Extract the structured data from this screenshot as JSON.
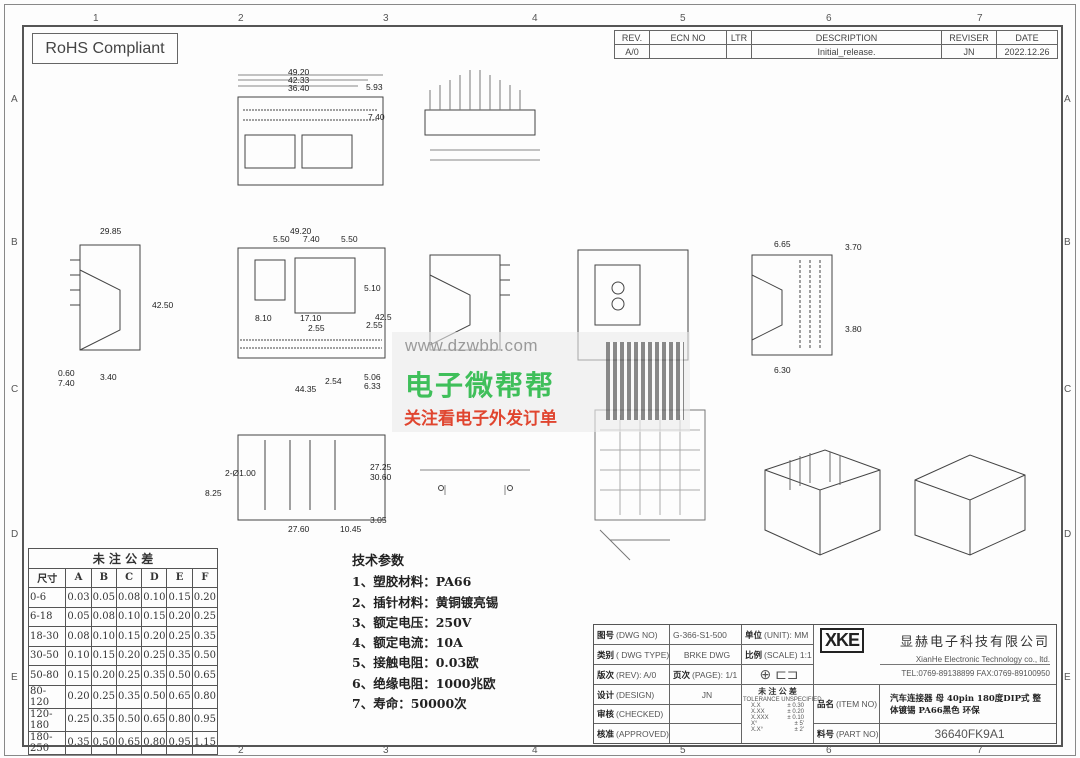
{
  "zones": {
    "columns": [
      "1",
      "2",
      "3",
      "4",
      "5",
      "6",
      "7"
    ],
    "rows": [
      "A",
      "B",
      "C",
      "D",
      "E"
    ]
  },
  "rohs": "RoHS Compliant",
  "revision_table": {
    "headers": [
      "REV.",
      "ECN NO",
      "LTR",
      "DESCRIPTION",
      "REVISER",
      "DATE"
    ],
    "rows": [
      [
        "A/0",
        "",
        "",
        "Initial_release.",
        "JN",
        "2022.12.26"
      ]
    ]
  },
  "tolerance_table": {
    "title": "未 注 公 差",
    "headers": [
      "尺寸",
      "A",
      "B",
      "C",
      "D",
      "E",
      "F"
    ],
    "rows": [
      [
        "0-6",
        "0.03",
        "0.05",
        "0.08",
        "0.10",
        "0.15",
        "0.20"
      ],
      [
        "6-18",
        "0.05",
        "0.08",
        "0.10",
        "0.15",
        "0.20",
        "0.25"
      ],
      [
        "18-30",
        "0.08",
        "0.10",
        "0.15",
        "0.20",
        "0.25",
        "0.35"
      ],
      [
        "30-50",
        "0.10",
        "0.15",
        "0.20",
        "0.25",
        "0.35",
        "0.50"
      ],
      [
        "50-80",
        "0.15",
        "0.20",
        "0.25",
        "0.35",
        "0.50",
        "0.65"
      ],
      [
        "80-120",
        "0.20",
        "0.25",
        "0.35",
        "0.50",
        "0.65",
        "0.80"
      ],
      [
        "120-180",
        "0.25",
        "0.35",
        "0.50",
        "0.65",
        "0.80",
        "0.95"
      ],
      [
        "180-250",
        "0.35",
        "0.50",
        "0.65",
        "0.80",
        "0.95",
        "1.15"
      ]
    ]
  },
  "tech": {
    "title": "技术参数",
    "items": [
      "1、塑胶材料：PA66",
      "2、插针材料：黄铜镀亮锡",
      "3、额定电压：250V",
      "4、额定电流：10A",
      "5、接触电阻：0.03欧",
      "6、绝缘电阻：1000兆欧",
      "7、寿命：50000次"
    ]
  },
  "title_block": {
    "dwg_no_label": "图号",
    "dwg_no_label_en": "(DWG NO)",
    "dwg_no": "G-366-S1-500",
    "unit_label": "单位",
    "unit": "(UNIT): MM",
    "type_label": "类别",
    "type_label_en": "( DWG TYPE)",
    "type": "BRKE DWG",
    "scale_label": "比例",
    "scale": "(SCALE) 1:1",
    "rev_label": "版次",
    "rev": "(REV): A/0",
    "page_label": "页次",
    "page": "(PAGE): 1/1",
    "design_label": "设计",
    "design_label_en": "(DESIGN)",
    "design": "JN",
    "checked_label": "审核",
    "checked_label_en": "(CHECKED)",
    "approved_label": "核准",
    "approved_label_en": "(APPROVED)",
    "tol_title": "未 注 公 差",
    "tol_sub": "TOLERANCE UNSPECIFIED",
    "tol_rows": [
      [
        "X.X",
        "± 0.30"
      ],
      [
        "X.XX",
        "± 0.20"
      ],
      [
        "X.XXX",
        "± 0.10"
      ],
      [
        "X°",
        "± 5'"
      ],
      [
        "X.X°",
        "± 2'"
      ]
    ],
    "item_label": "品名",
    "item_label_en": "(ITEM NO)",
    "item": "汽车连接器 母 40pin 180度DIP式 整体镀锡 PA66黑色 环保",
    "part_label": "料号",
    "part_label_en": "(PART NO)",
    "part": "36640FK9A1",
    "logo": "XKE",
    "company_cn": "显赫电子科技有限公司",
    "company_en": "XianHe Electronic Technology co., ltd.",
    "contact": "TEL:0769-89138899 FAX:0769-89100950"
  },
  "watermark": {
    "url": "www.dzwbb.com",
    "name": "电子微帮帮",
    "slogan": "关注看电子外发订单"
  },
  "dims": {
    "d1": "49.20",
    "d2": "42.33",
    "d3": "36.40",
    "d4": "5.93",
    "d5": "7.40",
    "d6": "29.85",
    "d7": "42.50",
    "d8": "0.60",
    "d9": "7.40",
    "d10": "3.40",
    "d11": "49.20",
    "d12": "5.50",
    "d13": "7.40",
    "d14": "5.50",
    "d15": "5.10",
    "d16": "42.5",
    "d17": "8.10",
    "d18": "17.10",
    "d19": "2.55",
    "d20": "2.55",
    "d21": "2.54",
    "d22": "5.06",
    "d23": "6.33",
    "d24": "44.35",
    "d25": "6.65",
    "d26": "3.70",
    "d27": "3.80",
    "d28": "6.30",
    "d29": "8.25",
    "d30": "27.60",
    "d31": "10.45",
    "d32": "27.25",
    "d33": "30.60",
    "d34": "3.05",
    "d35": "2-Ø1.00"
  }
}
